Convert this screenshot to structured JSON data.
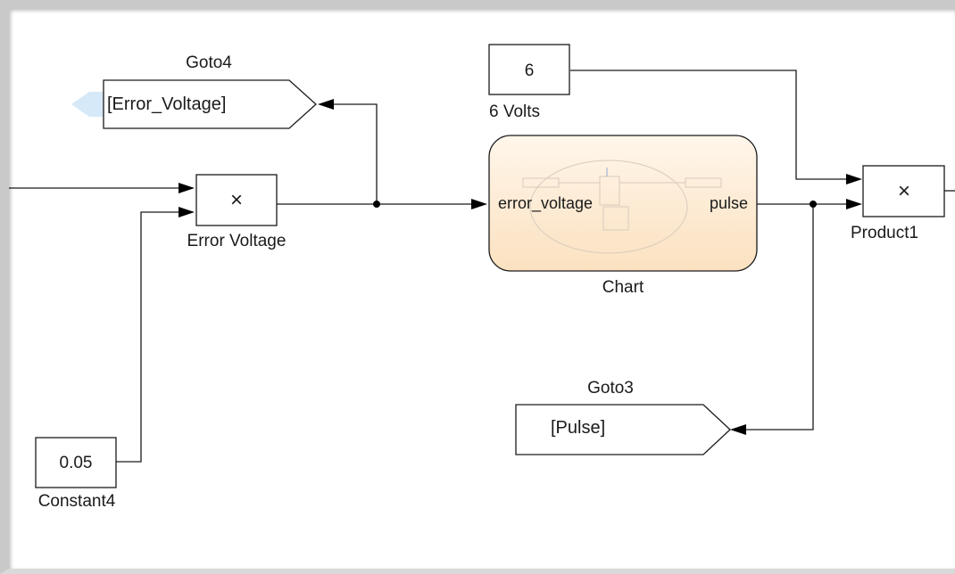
{
  "blocks": {
    "goto4": {
      "name": "Goto4",
      "tag": "[Error_Voltage]"
    },
    "six_volts": {
      "name": "6 Volts",
      "value": "6"
    },
    "error_voltage": {
      "name": "Error Voltage",
      "symbol": "×"
    },
    "chart": {
      "name": "Chart",
      "input_port": "error_voltage",
      "output_port": "pulse",
      "fill": "#fde9cf"
    },
    "product1": {
      "name": "Product1",
      "symbol": "×"
    },
    "goto3": {
      "name": "Goto3",
      "tag": "[Pulse]"
    },
    "constant4": {
      "name": "Constant4",
      "value": "0.05"
    }
  },
  "colors": {
    "highlight": "#d6e9f8"
  }
}
